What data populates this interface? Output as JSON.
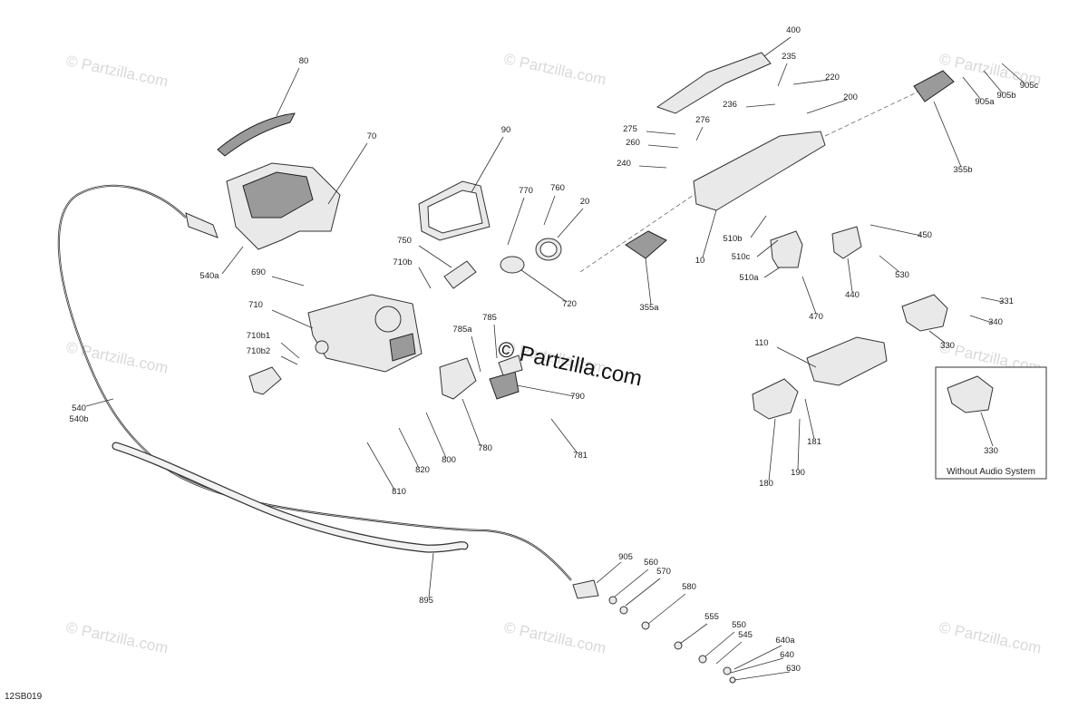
{
  "diagram_code": "12SB019",
  "inset_caption": "Without Audio System",
  "watermarks": {
    "small": "© Partzilla.com",
    "center": "© Partzilla.com"
  },
  "callouts": [
    "80",
    "70",
    "90",
    "770",
    "760",
    "20",
    "750",
    "710b",
    "720",
    "690",
    "540a",
    "710",
    "710b1",
    "710b2",
    "540",
    "540b",
    "785a",
    "785",
    "790",
    "780",
    "781",
    "800",
    "820",
    "810",
    "895",
    "400",
    "235",
    "220",
    "200",
    "236",
    "275",
    "276",
    "260",
    "240",
    "10",
    "510b",
    "510c",
    "510a",
    "355a",
    "450",
    "530",
    "440",
    "470",
    "905c",
    "905b",
    "905a",
    "355b",
    "331",
    "340",
    "330",
    "110",
    "181",
    "190",
    "180",
    "905",
    "560",
    "570",
    "580",
    "555",
    "550",
    "545",
    "640a",
    "640",
    "630"
  ]
}
